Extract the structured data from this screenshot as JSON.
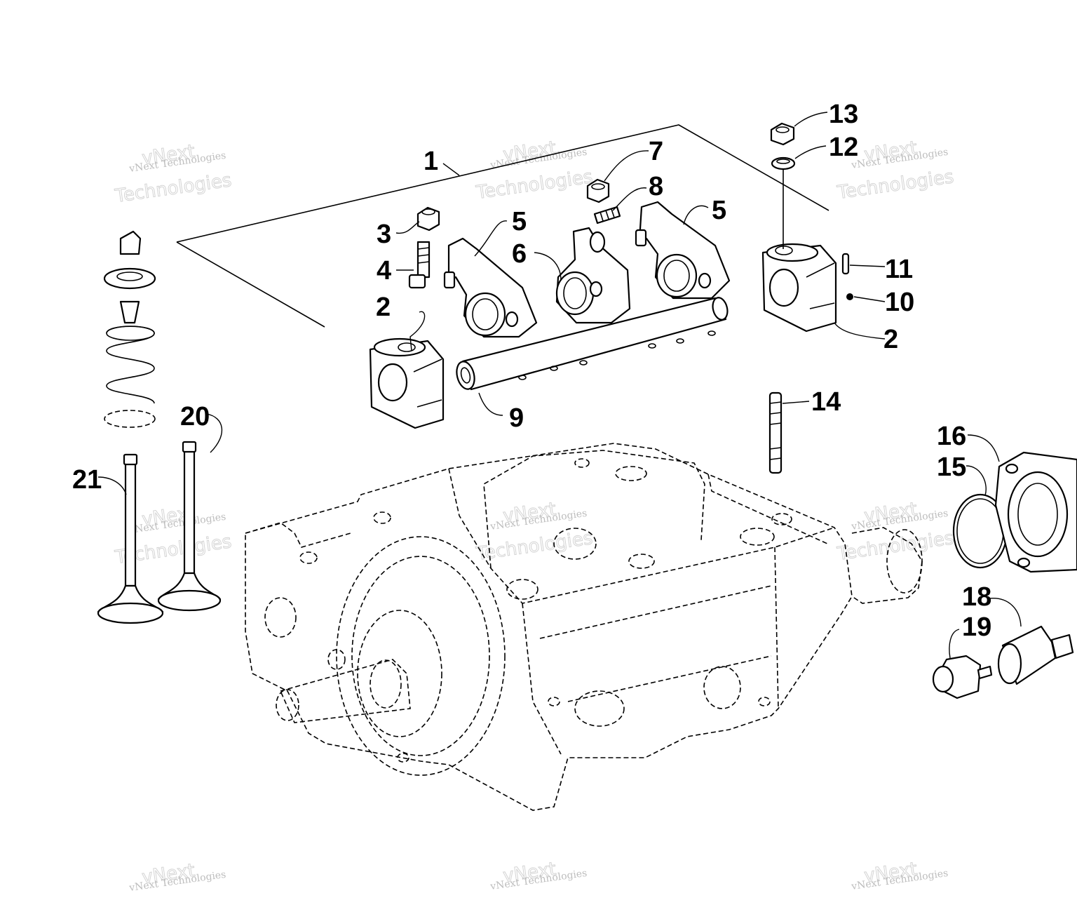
{
  "watermark": {
    "line1": "vNext Technologies",
    "line2": "vNext",
    "line3": "Technologies"
  },
  "callouts": {
    "c1": "1",
    "c2a": "2",
    "c2b": "2",
    "c3": "3",
    "c4": "4",
    "c5a": "5",
    "c5b": "5",
    "c6": "6",
    "c7": "7",
    "c8": "8",
    "c9": "9",
    "c10": "10",
    "c11": "11",
    "c12": "12",
    "c13": "13",
    "c14": "14",
    "c15": "15",
    "c16": "16",
    "c18": "18",
    "c19": "19",
    "c20": "20",
    "c21": "21"
  }
}
